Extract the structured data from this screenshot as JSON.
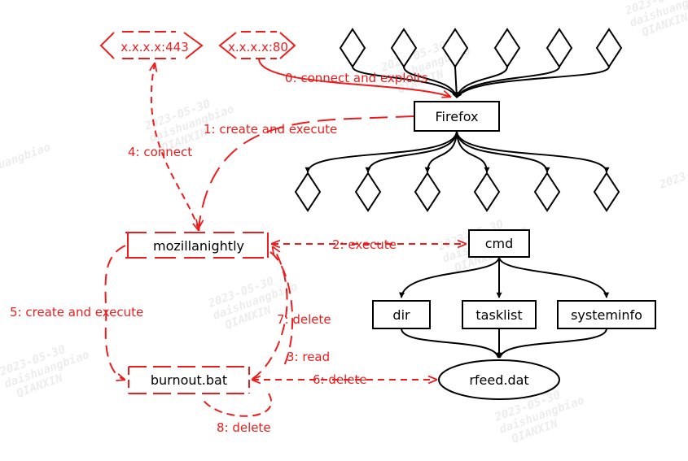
{
  "colors": {
    "ink": "#000000",
    "accent": "#ee1c1c"
  },
  "nodes": {
    "ip443": "x.x.x.x:443",
    "ip80": "x.x.x.x:80",
    "firefox": "Firefox",
    "mozilla": "mozillanightly",
    "cmd": "cmd",
    "dir": "dir",
    "tasklist": "tasklist",
    "systeminfo": "systeminfo",
    "burnout": "burnout.bat",
    "rfeed": "rfeed.dat"
  },
  "edges": {
    "e0": "0: connect and exploits",
    "e1": "1: create and execute",
    "e2": "2:  execute",
    "e3": "3:  read",
    "e4": "4: connect",
    "e5": "5: create and execute",
    "e6": "6: delete",
    "e7": "7: delete",
    "e8": "8: delete"
  },
  "watermark": {
    "date": "2023-05-30",
    "user": "daishuangbiao",
    "org": "QIANXIN"
  }
}
